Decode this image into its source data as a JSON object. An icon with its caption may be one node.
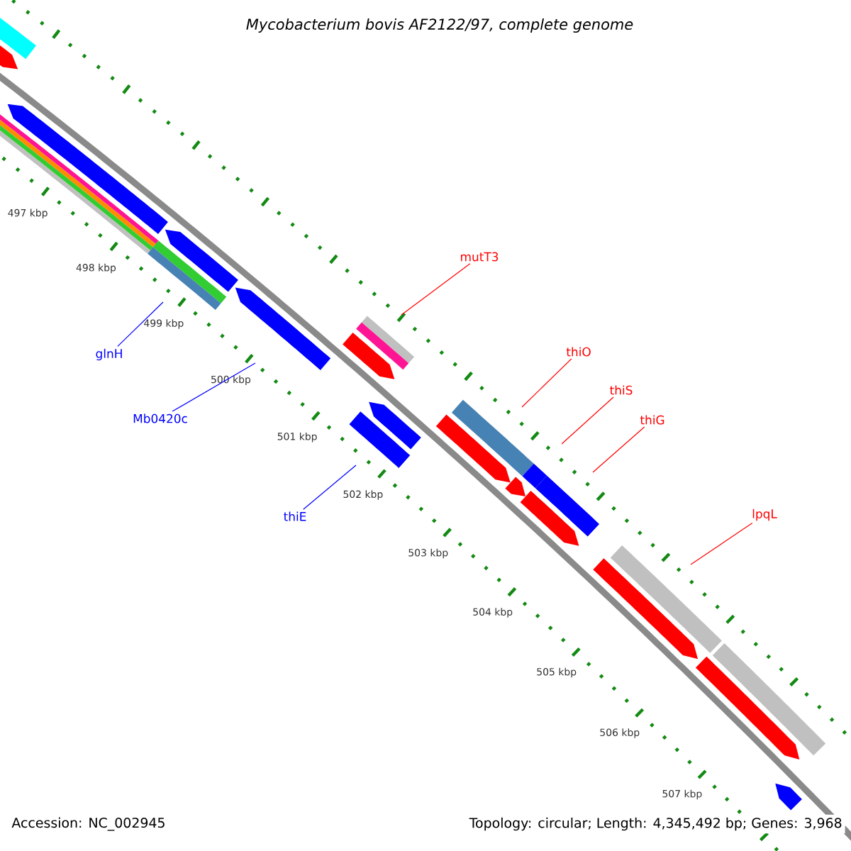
{
  "diagram": {
    "title": "Mycobacterium bovis AF2122/97, complete genome",
    "nodes": [
      {
        "text": [
          "mutT3"
        ]
      },
      {
        "text": [
          "thiO"
        ]
      },
      {
        "text": [
          "glnH"
        ]
      },
      {
        "text": [
          "thiS"
        ]
      },
      {
        "text": [
          "Mb0420c"
        ]
      },
      {
        "text": [
          "thiG"
        ]
      },
      {
        "text": [
          "lpqL"
        ]
      },
      {
        "text": [
          "thiE"
        ]
      },
      {
        "text": [],
        "shape": "bar"
      },
      {
        "text": [],
        "shape": "bar"
      },
      {
        "text": [],
        "shape": "bar"
      },
      {
        "text": [],
        "shape": "bar"
      },
      {
        "text": [],
        "shape": "bar"
      },
      {
        "text": [],
        "shape": "bar"
      },
      {
        "text": [],
        "shape": "bar"
      },
      {
        "text": [],
        "shape": "bar"
      },
      {
        "text": [],
        "shape": "bar"
      },
      {
        "text": [],
        "shape": "bar"
      },
      {
        "text": [],
        "shape": "bar"
      },
      {
        "text": [],
        "shape": "bar"
      },
      {
        "text": [],
        "shape": "bar"
      },
      {
        "text": [],
        "shape": "bar"
      },
      {
        "text": [],
        "shape": "bar"
      },
      {
        "text": [],
        "shape": "bar"
      },
      {
        "text": [],
        "shape": "bar"
      },
      {
        "text": [],
        "shape": "bar"
      },
      {
        "text": [],
        "shape": "bar"
      },
      {
        "text": [],
        "shape": "bar"
      },
      {
        "text": [],
        "shape": "bar"
      },
      {
        "text": [],
        "shape": "bar"
      }
    ],
    "edges": [
      {
        "from": 0,
        "to": 15,
        "arrow": "none"
      },
      {
        "from": 1,
        "to": 20,
        "arrow": "none"
      },
      {
        "from": 2,
        "to": 13,
        "arrow": "none",
        "color": "#0000ff"
      },
      {
        "from": 3,
        "to": 22,
        "arrow": "none"
      },
      {
        "from": 4,
        "to": 14,
        "arrow": "none",
        "color": "#0000ff"
      },
      {
        "from": 5,
        "to": 24,
        "arrow": "none"
      },
      {
        "from": 6,
        "to": 26,
        "arrow": "none"
      },
      {
        "from": 7,
        "to": 18,
        "arrow": "none",
        "color": "#0000ff"
      }
    ],
    "labels": [
      "497 kbp",
      "498 kbp",
      "499 kbp",
      "500 kbp",
      "501 kbp",
      "502 kbp",
      "503 kbp",
      "504 kbp",
      "505 kbp",
      "506 kbp",
      "507 kbp",
      "Accession: NC_002945",
      "Topology: circular; Length: 4,345,492 bp; Genes: 3,968"
    ]
  }
}
